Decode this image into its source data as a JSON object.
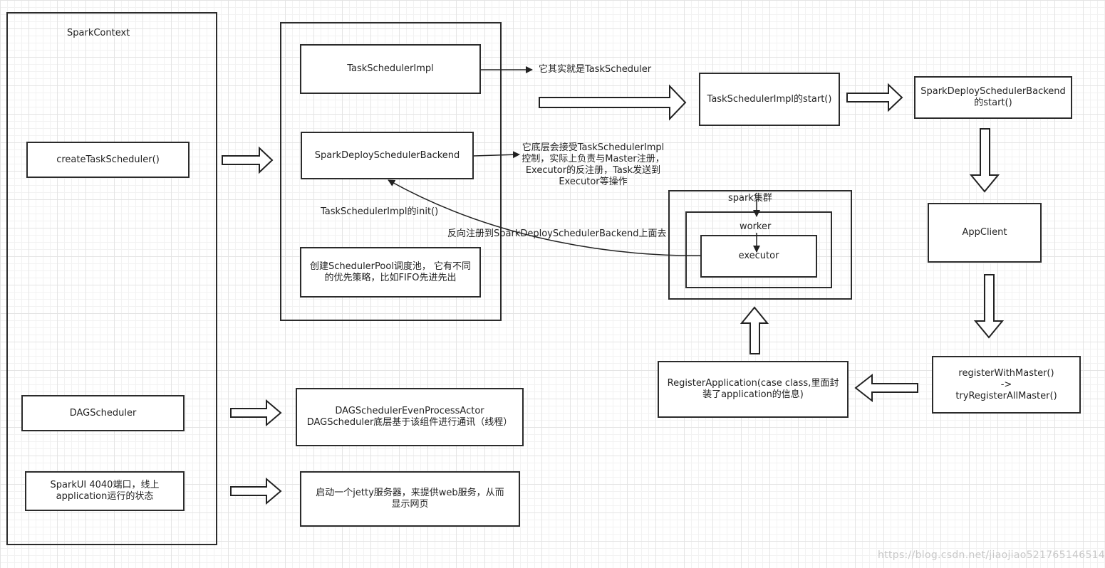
{
  "spark_context": {
    "title": "SparkContext",
    "create_task_scheduler": "createTaskScheduler()",
    "dag_scheduler": "DAGScheduler",
    "spark_ui": "SparkUI  4040端口，线上application运行的状态"
  },
  "task_scheduler_group": {
    "task_scheduler_impl": "TaskSchedulerImpl",
    "deploy_backend": "SparkDeploySchedulerBackend",
    "init_label": "TaskSchedulerImpl的init()",
    "scheduler_pool": "创建SchedulerPool调度池，  它有不同的优先策略，比如FIFO先进先出"
  },
  "annotations": {
    "task_scheduler_note": "它其实就是TaskScheduler",
    "backend_note": "它底层会接受TaskSchedulerImpl控制，实际上负责与Master注册，Executor的反注册，Task发送到Executor等操作",
    "reverse_register": "反向注册到SparkDeploySchedulerBackend上面去"
  },
  "flow": {
    "impl_start": "TaskSchedulerImpl的start()",
    "backend_start": "SparkDeploySchedulerBackend的start()",
    "app_client": "AppClient",
    "register_with_master": "registerWithMaster()\n->\ntryRegisterAllMaster()",
    "register_application": "RegisterApplication(case class,里面封装了application的信息)"
  },
  "cluster": {
    "title": "spark集群",
    "worker": "worker",
    "executor": "executor"
  },
  "dag_actor": "DAGSchedulerEvenProcessActor\nDAGScheduler底层基于该组件进行通讯（线程）",
  "jetty": "启动一个jetty服务器，来提供web服务，从而显示网页",
  "watermark": "https://blog.csdn.net/jiaojiao521765146514"
}
